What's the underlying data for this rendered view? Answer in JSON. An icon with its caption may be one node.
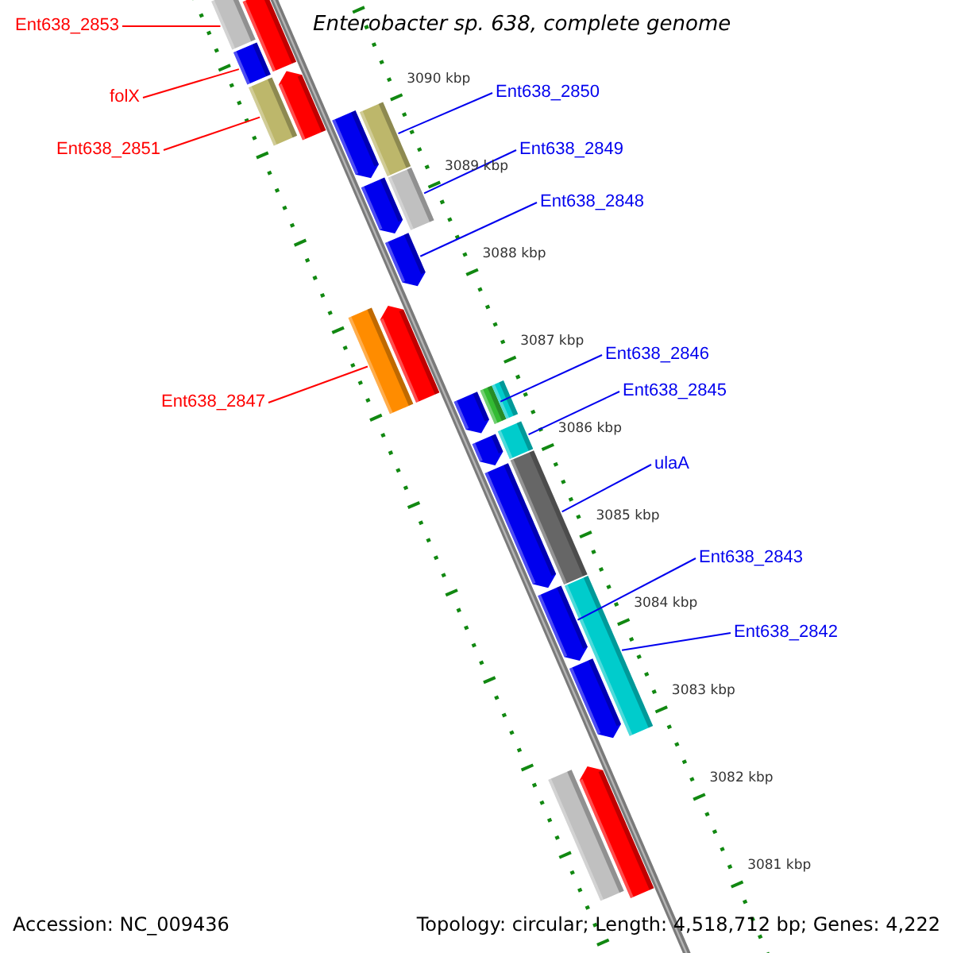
{
  "diagram": {
    "title": "Enterobacter sp. 638, complete genome",
    "nodes": [
      {
        "text": [
          "Ent638_2853"
        ]
      },
      {
        "text": [
          "folX"
        ]
      },
      {
        "text": [
          "Ent638_2851"
        ]
      },
      {
        "text": [
          "Ent638_2847"
        ]
      },
      {
        "text": [
          "Ent638_2850"
        ]
      },
      {
        "text": [
          "Ent638_2849"
        ]
      },
      {
        "text": [
          "Ent638_2848"
        ]
      },
      {
        "text": [
          "Ent638_2846"
        ]
      },
      {
        "text": [
          "Ent638_2845"
        ]
      },
      {
        "text": [
          "ulaA"
        ]
      },
      {
        "text": [
          "Ent638_2843"
        ]
      },
      {
        "text": [
          "Ent638_2842"
        ]
      },
      {
        "text": [],
        "shape": "bar"
      },
      {
        "text": [],
        "shape": "bar"
      },
      {
        "text": [],
        "shape": "bar"
      },
      {
        "text": [],
        "shape": "bar"
      },
      {
        "text": [],
        "shape": "bar"
      },
      {
        "text": [],
        "shape": "bar"
      },
      {
        "text": [],
        "shape": "bar"
      },
      {
        "text": [],
        "shape": "bar"
      },
      {
        "text": [],
        "shape": "bar"
      },
      {
        "text": [],
        "shape": "bar"
      },
      {
        "text": [],
        "shape": "bar"
      },
      {
        "text": [],
        "shape": "bar"
      },
      {
        "text": [],
        "shape": "bar"
      },
      {
        "text": [],
        "shape": "bar"
      },
      {
        "text": [],
        "shape": "bar"
      },
      {
        "text": [],
        "shape": "bar"
      },
      {
        "text": [],
        "shape": "bar"
      },
      {
        "text": [],
        "shape": "bar"
      },
      {
        "text": [],
        "shape": "bar"
      },
      {
        "text": [],
        "shape": "bar"
      },
      {
        "text": [],
        "shape": "bar"
      },
      {
        "text": [],
        "shape": "bar"
      },
      {
        "text": [],
        "shape": "bar"
      },
      {
        "text": [],
        "shape": "bar"
      }
    ],
    "edges": [
      {
        "from": 0,
        "to": 12,
        "arrow": "none",
        "color": "#ff0000"
      },
      {
        "from": 1,
        "to": 14,
        "arrow": "none",
        "color": "#ff0000"
      },
      {
        "from": 2,
        "to": 15,
        "arrow": "none",
        "color": "#ff0000"
      },
      {
        "from": 3,
        "to": 22,
        "arrow": "none",
        "color": "#ff0000"
      },
      {
        "from": 4,
        "to": 18,
        "arrow": "none"
      },
      {
        "from": 5,
        "to": 20,
        "arrow": "none"
      },
      {
        "from": 6,
        "to": 21,
        "arrow": "none"
      },
      {
        "from": 7,
        "to": 25,
        "arrow": "none"
      },
      {
        "from": 8,
        "to": 27,
        "arrow": "none"
      },
      {
        "from": 9,
        "to": 30,
        "arrow": "none"
      },
      {
        "from": 10,
        "to": 31,
        "arrow": "none"
      },
      {
        "from": 11,
        "to": 32,
        "arrow": "none"
      }
    ],
    "labels": [
      "3090 kbp",
      "3089 kbp",
      "3088 kbp",
      "3087 kbp",
      "3086 kbp",
      "3085 kbp",
      "3084 kbp",
      "3083 kbp",
      "3082 kbp",
      "3081 kbp",
      "Accession: NC_009436",
      "Topology: circular; Length: 4,518,712 bp; Genes: 4,222"
    ]
  }
}
